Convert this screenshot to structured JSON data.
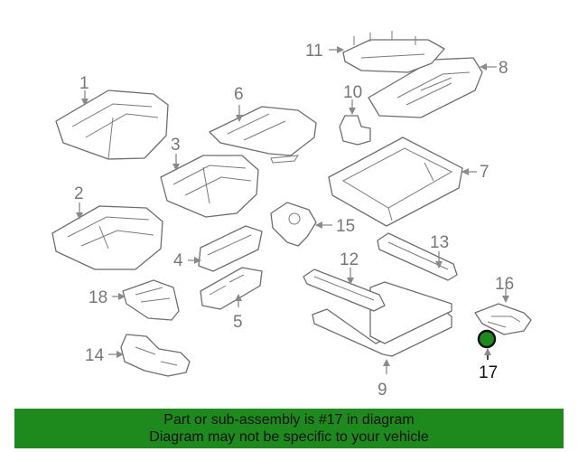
{
  "callouts": {
    "p1": "1",
    "p2": "2",
    "p3": "3",
    "p4": "4",
    "p5": "5",
    "p6": "6",
    "p7": "7",
    "p8": "8",
    "p9": "9",
    "p10": "10",
    "p11": "11",
    "p12": "12",
    "p13": "13",
    "p14": "14",
    "p15": "15",
    "p16": "16",
    "p17": "17"
  },
  "highlight_color": "#1e8a1e",
  "banner": {
    "line1": "Part or sub-assembly is #17 in diagram",
    "line2": "Diagram may not be specific to your vehicle"
  }
}
